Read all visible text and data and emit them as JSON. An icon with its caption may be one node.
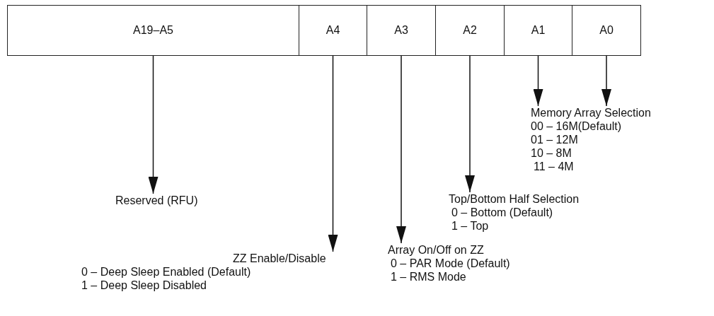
{
  "diagram": {
    "nodes": [
      {
        "text": [
          "A19–A5"
        ]
      },
      {
        "text": [
          "A4"
        ]
      },
      {
        "text": [
          "A3"
        ]
      },
      {
        "text": [
          "A2"
        ]
      },
      {
        "text": [
          "A1"
        ]
      },
      {
        "text": [
          "A0"
        ]
      },
      {
        "text": [
          "Reserved (RFU)"
        ]
      },
      {
        "text": [
          "ZZ Enable/Disable",
          "0 – Deep Sleep Enabled (Default)",
          "1 – Deep Sleep Disabled"
        ]
      },
      {
        "text": [
          "Array On/Off on ZZ",
          "0 – PAR Mode (Default)",
          "1 – RMS Mode"
        ]
      },
      {
        "text": [
          "Top/Bottom Half Selection",
          "0 – Bottom (Default)",
          "1 – Top"
        ]
      },
      {
        "text": [
          "Memory Array Selection",
          "00 – 16M(Default)",
          "01 – 12M",
          "10 – 8M",
          "11 – 4M"
        ]
      }
    ],
    "edges": [
      {
        "from": 0,
        "to": 6,
        "arrow": "to"
      },
      {
        "from": 1,
        "to": 7,
        "arrow": "to"
      },
      {
        "from": 2,
        "to": 8,
        "arrow": "to"
      },
      {
        "from": 3,
        "to": 9,
        "arrow": "to"
      },
      {
        "from": 4,
        "to": 10,
        "arrow": "to"
      },
      {
        "from": 5,
        "to": 10,
        "arrow": "to"
      }
    ]
  }
}
